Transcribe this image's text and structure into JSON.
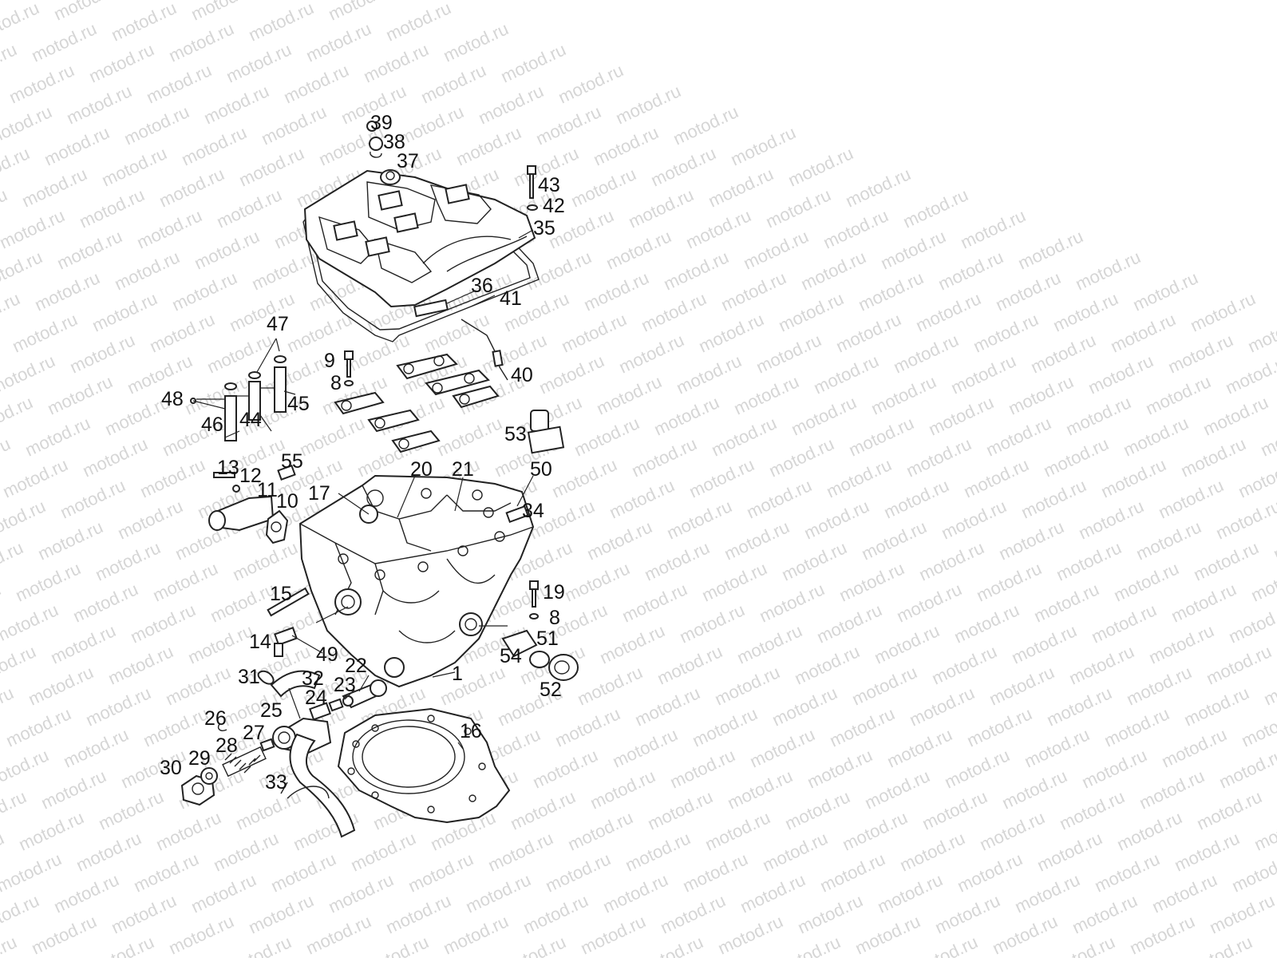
{
  "watermark": {
    "text": "motod.ru",
    "color": "#d6d6d6"
  },
  "diagram": {
    "line_color": "#222222",
    "background": "#ffffff",
    "callouts": [
      {
        "id": "39",
        "text": "39"
      },
      {
        "id": "38",
        "text": "38"
      },
      {
        "id": "37",
        "text": "37"
      },
      {
        "id": "43",
        "text": "43"
      },
      {
        "id": "42",
        "text": "42"
      },
      {
        "id": "35",
        "text": "35"
      },
      {
        "id": "36",
        "text": "36"
      },
      {
        "id": "41",
        "text": "41"
      },
      {
        "id": "47",
        "text": "47"
      },
      {
        "id": "9",
        "text": "9"
      },
      {
        "id": "8a",
        "text": "8"
      },
      {
        "id": "40",
        "text": "40"
      },
      {
        "id": "48",
        "text": "48"
      },
      {
        "id": "45",
        "text": "45"
      },
      {
        "id": "46",
        "text": "46"
      },
      {
        "id": "44",
        "text": "44"
      },
      {
        "id": "53",
        "text": "53"
      },
      {
        "id": "13",
        "text": "13"
      },
      {
        "id": "12",
        "text": "12"
      },
      {
        "id": "55",
        "text": "55"
      },
      {
        "id": "11",
        "text": "11"
      },
      {
        "id": "10",
        "text": "10"
      },
      {
        "id": "20",
        "text": "20"
      },
      {
        "id": "21",
        "text": "21"
      },
      {
        "id": "50",
        "text": "50"
      },
      {
        "id": "17",
        "text": "17"
      },
      {
        "id": "34",
        "text": "34"
      },
      {
        "id": "15",
        "text": "15"
      },
      {
        "id": "19",
        "text": "19"
      },
      {
        "id": "8b",
        "text": "8"
      },
      {
        "id": "14",
        "text": "14"
      },
      {
        "id": "49",
        "text": "49"
      },
      {
        "id": "51",
        "text": "51"
      },
      {
        "id": "22",
        "text": "22"
      },
      {
        "id": "54",
        "text": "54"
      },
      {
        "id": "1",
        "text": "1"
      },
      {
        "id": "31",
        "text": "31"
      },
      {
        "id": "32",
        "text": "32"
      },
      {
        "id": "23",
        "text": "23"
      },
      {
        "id": "52",
        "text": "52"
      },
      {
        "id": "24",
        "text": "24"
      },
      {
        "id": "25",
        "text": "25"
      },
      {
        "id": "26",
        "text": "26"
      },
      {
        "id": "16",
        "text": "16"
      },
      {
        "id": "27",
        "text": "27"
      },
      {
        "id": "28",
        "text": "28"
      },
      {
        "id": "30",
        "text": "30"
      },
      {
        "id": "29",
        "text": "29"
      },
      {
        "id": "33",
        "text": "33"
      }
    ]
  }
}
